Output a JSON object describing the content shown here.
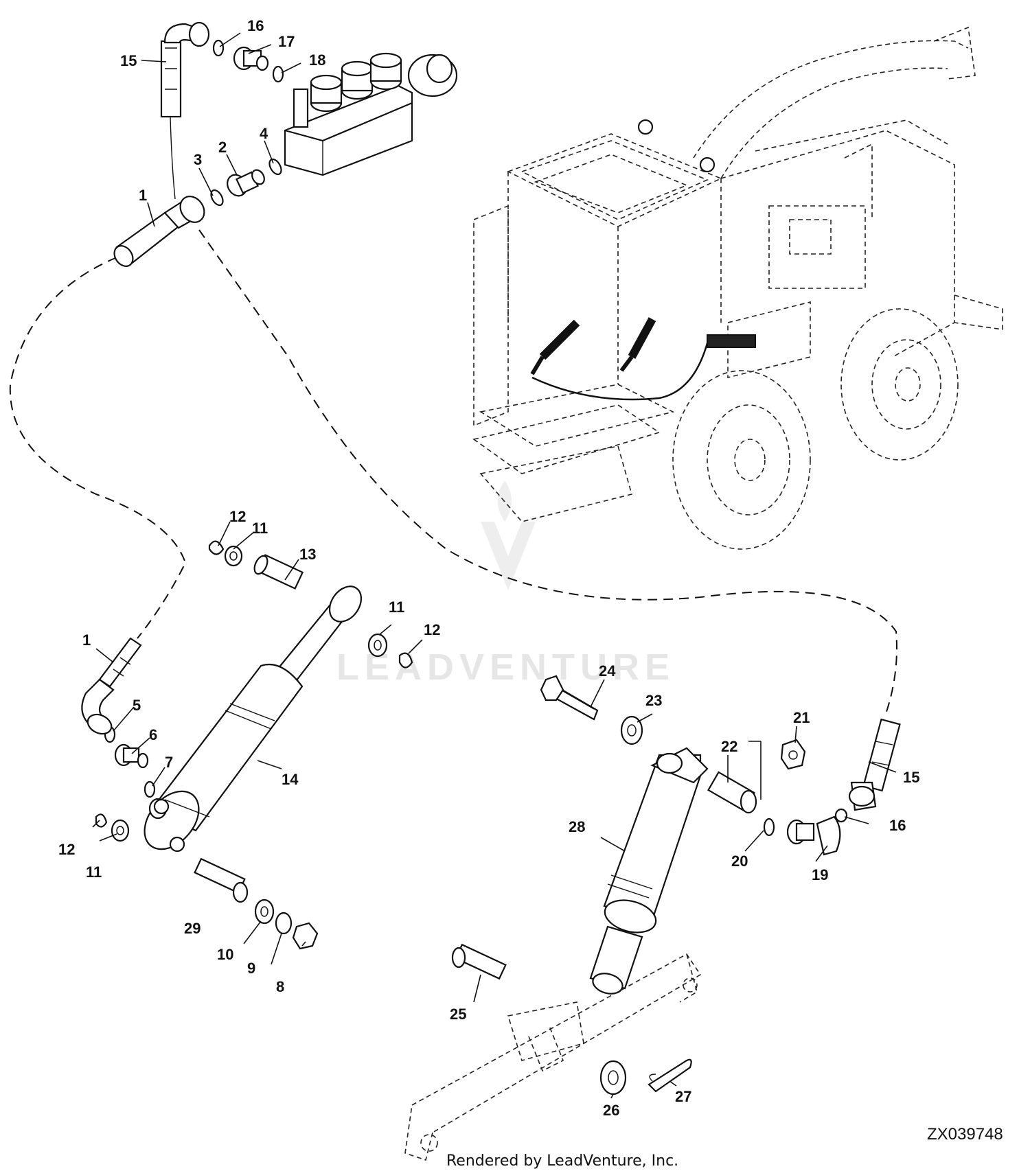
{
  "figure_id": "ZX039748",
  "footer_text": "Rendered by LeadVenture, Inc.",
  "watermark_text": "LEADVENTURE",
  "callouts": {
    "c1a": "1",
    "c1b": "1",
    "c2": "2",
    "c3": "3",
    "c4": "4",
    "c5": "5",
    "c6": "6",
    "c7": "7",
    "c8": "8",
    "c9": "9",
    "c10": "10",
    "c11a": "11",
    "c11b": "11",
    "c11c": "11",
    "c12a": "12",
    "c12b": "12",
    "c12c": "12",
    "c13": "13",
    "c14": "14",
    "c15a": "15",
    "c15b": "15",
    "c16a": "16",
    "c16b": "16",
    "c17": "17",
    "c18": "18",
    "c19": "19",
    "c20": "20",
    "c21": "21",
    "c22": "22",
    "c23": "23",
    "c24": "24",
    "c25": "25",
    "c26": "26",
    "c27": "27",
    "c28": "28",
    "c29": "29"
  }
}
